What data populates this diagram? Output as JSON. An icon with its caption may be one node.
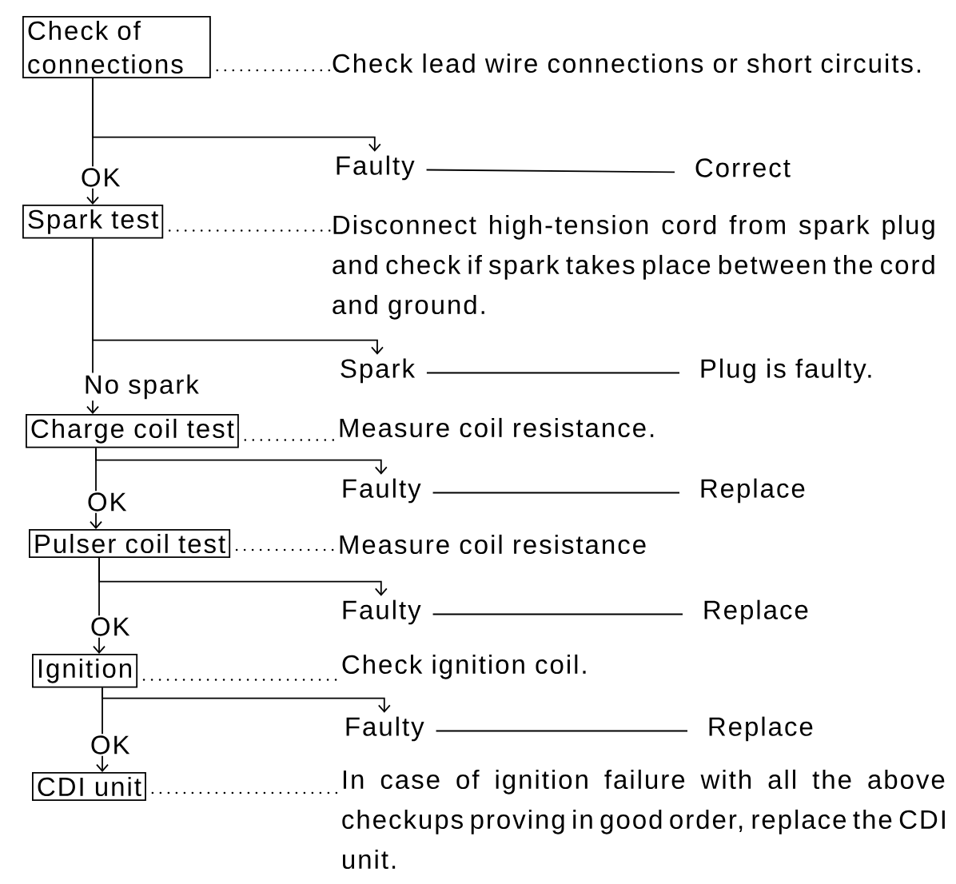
{
  "diagram": {
    "nodes": [
      {
        "text": [
          "Check of connections"
        ]
      },
      {
        "text": [
          "Check lead wire connections or short circuits."
        ]
      },
      {
        "text": [
          "Faulty"
        ]
      },
      {
        "text": [
          "Correct"
        ]
      },
      {
        "text": [
          "Spark test"
        ]
      },
      {
        "text": [
          "Disconnect high-tension cord from spark plug and check if spark takes place between the cord and ground."
        ]
      },
      {
        "text": [
          "Spark"
        ]
      },
      {
        "text": [
          "Plug is faulty."
        ]
      },
      {
        "text": [
          "Charge coil test"
        ]
      },
      {
        "text": [
          "Measure coil resistance."
        ]
      },
      {
        "text": [
          "Faulty"
        ]
      },
      {
        "text": [
          "Replace"
        ]
      },
      {
        "text": [
          "Pulser coil test"
        ]
      },
      {
        "text": [
          "Measure coil resistance"
        ]
      },
      {
        "text": [
          "Faulty"
        ]
      },
      {
        "text": [
          "Replace"
        ]
      },
      {
        "text": [
          "Ignition"
        ]
      },
      {
        "text": [
          "Check ignition coil."
        ]
      },
      {
        "text": [
          "Faulty"
        ]
      },
      {
        "text": [
          "Replace"
        ]
      },
      {
        "text": [
          "CDI unit"
        ]
      },
      {
        "text": [
          "In case of ignition failure with all the above checkups proving in good order, replace the CDI unit."
        ]
      }
    ],
    "edges": [
      {
        "from": 0,
        "to": 1,
        "arrow": "none",
        "style": "dashed"
      },
      {
        "from": 0,
        "to": 2,
        "arrow": "to"
      },
      {
        "from": 2,
        "to": 3,
        "arrow": "none"
      },
      {
        "from": 0,
        "to": 4,
        "arrow": "to",
        "label": "OK"
      },
      {
        "from": 4,
        "to": 5,
        "arrow": "none",
        "style": "dashed"
      },
      {
        "from": 4,
        "to": 6,
        "arrow": "to"
      },
      {
        "from": 6,
        "to": 7,
        "arrow": "none"
      },
      {
        "from": 4,
        "to": 8,
        "arrow": "to",
        "label": "No spark"
      },
      {
        "from": 8,
        "to": 9,
        "arrow": "none",
        "style": "dashed"
      },
      {
        "from": 8,
        "to": 10,
        "arrow": "to"
      },
      {
        "from": 10,
        "to": 11,
        "arrow": "none"
      },
      {
        "from": 8,
        "to": 12,
        "arrow": "to",
        "label": "OK"
      },
      {
        "from": 12,
        "to": 13,
        "arrow": "none",
        "style": "dashed"
      },
      {
        "from": 12,
        "to": 14,
        "arrow": "to"
      },
      {
        "from": 14,
        "to": 15,
        "arrow": "none"
      },
      {
        "from": 12,
        "to": 16,
        "arrow": "to",
        "label": "OK"
      },
      {
        "from": 16,
        "to": 17,
        "arrow": "none",
        "style": "dashed"
      },
      {
        "from": 16,
        "to": 18,
        "arrow": "to"
      },
      {
        "from": 18,
        "to": 19,
        "arrow": "none"
      },
      {
        "from": 16,
        "to": 20,
        "arrow": "to",
        "label": "OK"
      },
      {
        "from": 20,
        "to": 21,
        "arrow": "none",
        "style": "dashed"
      }
    ]
  }
}
